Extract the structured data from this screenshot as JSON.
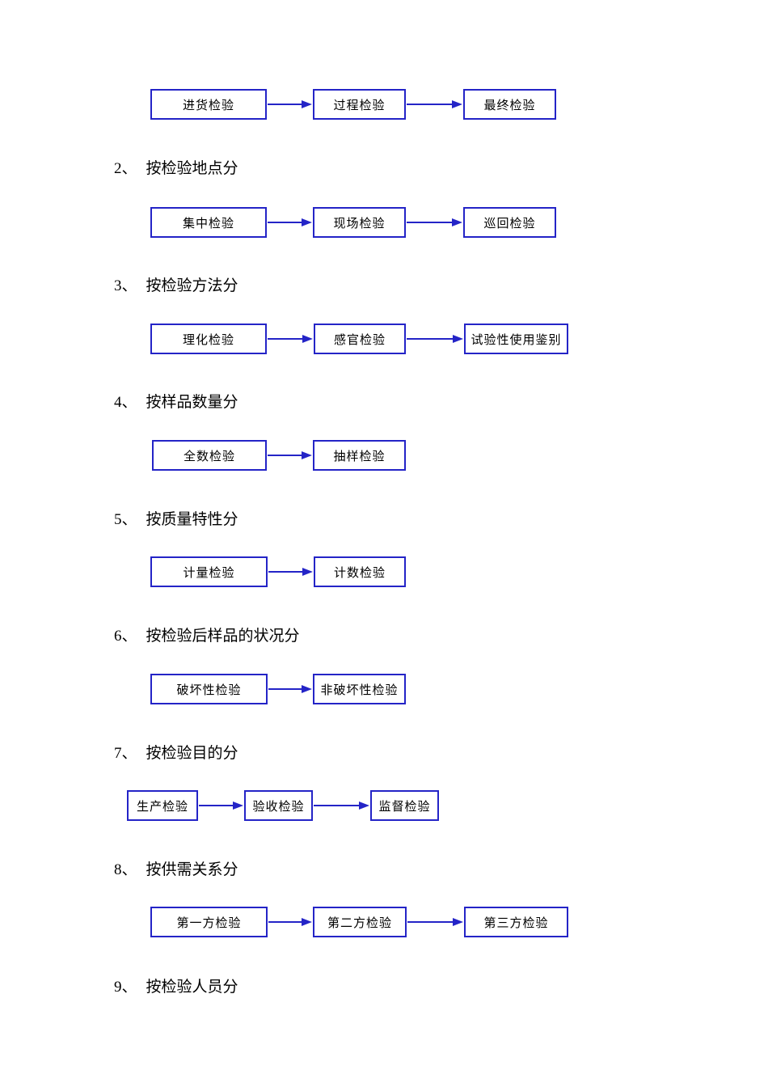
{
  "colors": {
    "box_border": "#2424c7",
    "arrow": "#2424c7",
    "text": "#000000",
    "background": "#ffffff"
  },
  "sections": [
    {
      "number": "",
      "title": "",
      "boxes": [
        "进货检验",
        "过程检验",
        "最终检验"
      ]
    },
    {
      "number": "2、",
      "title": "按检验地点分",
      "boxes": [
        "集中检验",
        "现场检验",
        "巡回检验"
      ]
    },
    {
      "number": "3、",
      "title": "按检验方法分",
      "boxes": [
        "理化检验",
        "感官检验",
        "试验性使用鉴别"
      ]
    },
    {
      "number": "4、",
      "title": "按样品数量分",
      "boxes": [
        "全数检验",
        "抽样检验"
      ]
    },
    {
      "number": "5、",
      "title": "按质量特性分",
      "boxes": [
        "计量检验",
        "计数检验"
      ]
    },
    {
      "number": "6、",
      "title": "按检验后样品的状况分",
      "boxes": [
        "破坏性检验",
        "非破坏性检验"
      ]
    },
    {
      "number": "7、",
      "title": "按检验目的分",
      "boxes": [
        "生产检验",
        "验收检验",
        "监督检验"
      ]
    },
    {
      "number": "8、",
      "title": "按供需关系分",
      "boxes": [
        "第一方检验",
        "第二方检验",
        "第三方检验"
      ]
    },
    {
      "number": "9、",
      "title": "按检验人员分",
      "boxes": []
    }
  ]
}
